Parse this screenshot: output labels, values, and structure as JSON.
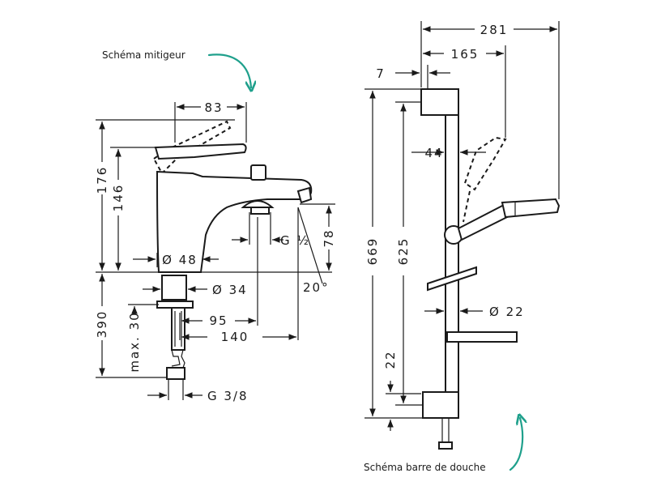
{
  "captions": {
    "mixer": "Schéma mitigeur",
    "shower_bar": "Schéma barre de douche"
  },
  "mixer_dims": {
    "width_83": "83",
    "height_176": "176",
    "height_146": "146",
    "height_78": "78",
    "diameter_48": "Ø 48",
    "diameter_34": "Ø 34",
    "thread_half": "G ½",
    "angle_20": "20°",
    "depth_390": "390",
    "max_30": "max. 30",
    "reach_95": "95",
    "reach_140": "140",
    "thread_3_8": "G 3/8"
  },
  "bar_dims": {
    "width_281": "281",
    "width_165": "165",
    "offset_7": "7",
    "offset_44": "44",
    "height_669": "669",
    "height_625": "625",
    "diameter_22": "Ø 22",
    "bottom_22": "22"
  },
  "colors": {
    "line": "#1a1a1a",
    "accent_arrow": "#1fa08c"
  }
}
